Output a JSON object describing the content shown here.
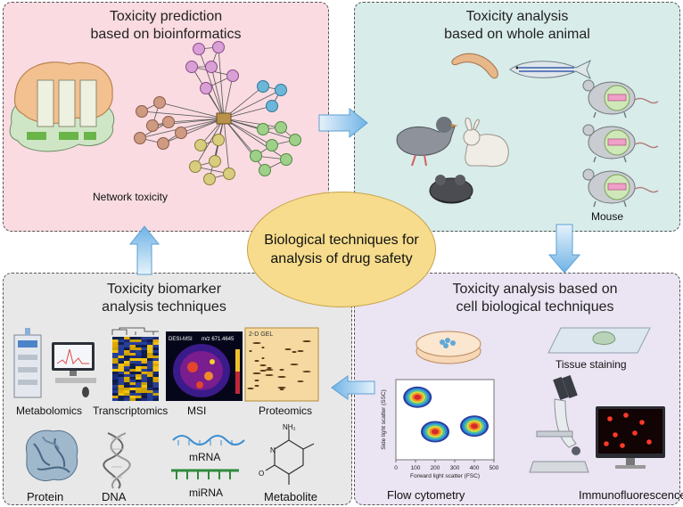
{
  "center": {
    "line1": "Biological techniques for",
    "line2": "analysis of drug safety"
  },
  "panel_bioinformatics": {
    "title_line1": "Toxicity prediction",
    "title_line2": "based on bioinformatics",
    "caption": "Network toxicity"
  },
  "panel_animal": {
    "title_line1": "Toxicity analysis",
    "title_line2": "based on whole animal",
    "caption_mouse": "Mouse"
  },
  "panel_cell": {
    "title_line1": "Toxicity analysis based on",
    "title_line2": "cell biological techniques",
    "caption_tissue": "Tissue staining",
    "caption_flow": "Flow cytometry",
    "caption_if": "Immunofluorescence",
    "flow_ylabel": "Side light scatter (SSC)",
    "flow_xlabel": "Forward light scatter (FSC)",
    "flow_xticks": [
      "0",
      "100",
      "200",
      "300",
      "400",
      "500"
    ]
  },
  "panel_biomarker": {
    "title_line1": "Toxicity biomarker",
    "title_line2": "analysis techniques",
    "labels": {
      "metabolomics": "Metabolomics",
      "transcriptomics": "Transcriptomics",
      "msi": "MSI",
      "proteomics": "Proteomics",
      "protein": "Protein",
      "dna": "DNA",
      "mrna": "mRNA",
      "mirna": "miRNA",
      "metabolite": "Metabolite"
    },
    "msi_header": "DESI-MSI",
    "msi_mz": "m/z 671.4645",
    "gel_header": "2-D GEL",
    "metabolite_nh2": "NH₂",
    "metabolite_o": "O",
    "metabolite_n": "N"
  },
  "colors": {
    "panel_pink": "#f9dbe1",
    "panel_teal": "#d8ece9",
    "panel_lavender": "#ebe4f3",
    "panel_gray": "#e8e8e8",
    "center_fill": "#f6dc8c",
    "arrow_fill": "#8ec4ec"
  }
}
